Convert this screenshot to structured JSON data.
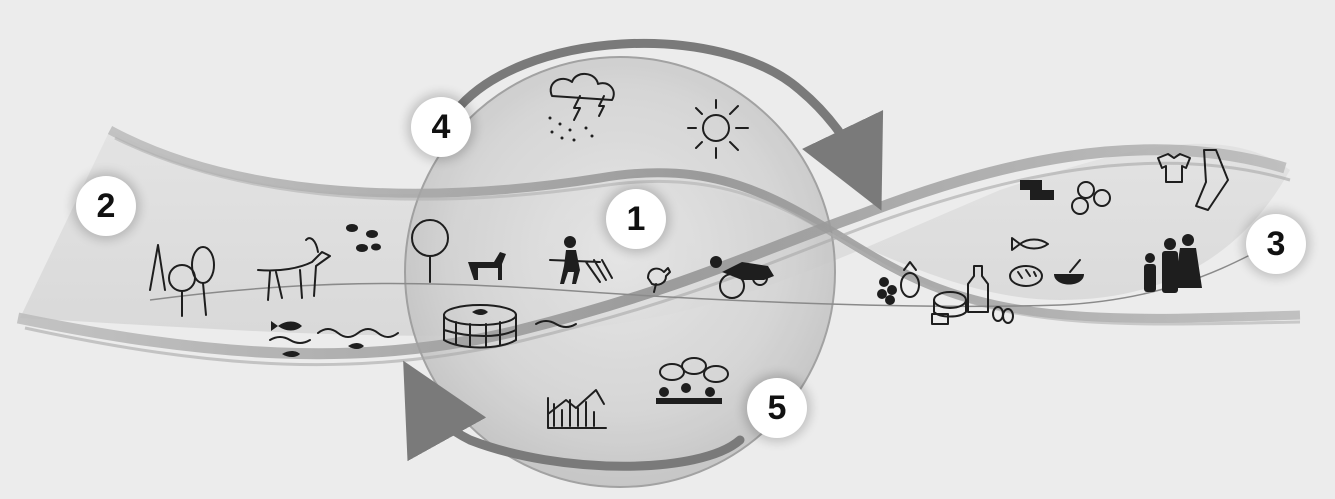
{
  "stages": [
    {
      "id": "stage-1",
      "number": "1"
    },
    {
      "id": "stage-2",
      "number": "2"
    },
    {
      "id": "stage-3",
      "number": "3"
    },
    {
      "id": "stage-4",
      "number": "4"
    },
    {
      "id": "stage-5",
      "number": "5"
    }
  ],
  "colors": {
    "background": "#ececec",
    "band": "#9a9a9a",
    "band_dark": "#7d7d7d",
    "circle_fill": "#d6d6d6",
    "icon": "#1e1e1e",
    "badge": "#ffffff"
  },
  "icons": [
    "trees-icon",
    "antelope-icon",
    "bees-icon",
    "fish-water-icon",
    "tree-icon",
    "goat-icon",
    "farmer-hoeing-icon",
    "chicken-icon",
    "tractor-icon",
    "fish-cage-icon",
    "storm-cloud-icon",
    "sun-icon",
    "timber-logs-icon",
    "clothing-icon",
    "fruit-icon",
    "cheese-icon",
    "milk-bottle-icon",
    "eggs-icon",
    "fish-icon",
    "bread-icon",
    "bowl-icon",
    "family-icon",
    "stock-chart-icon",
    "meeting-icon",
    "cycle-arrow-top-icon",
    "cycle-arrow-bottom-icon"
  ]
}
